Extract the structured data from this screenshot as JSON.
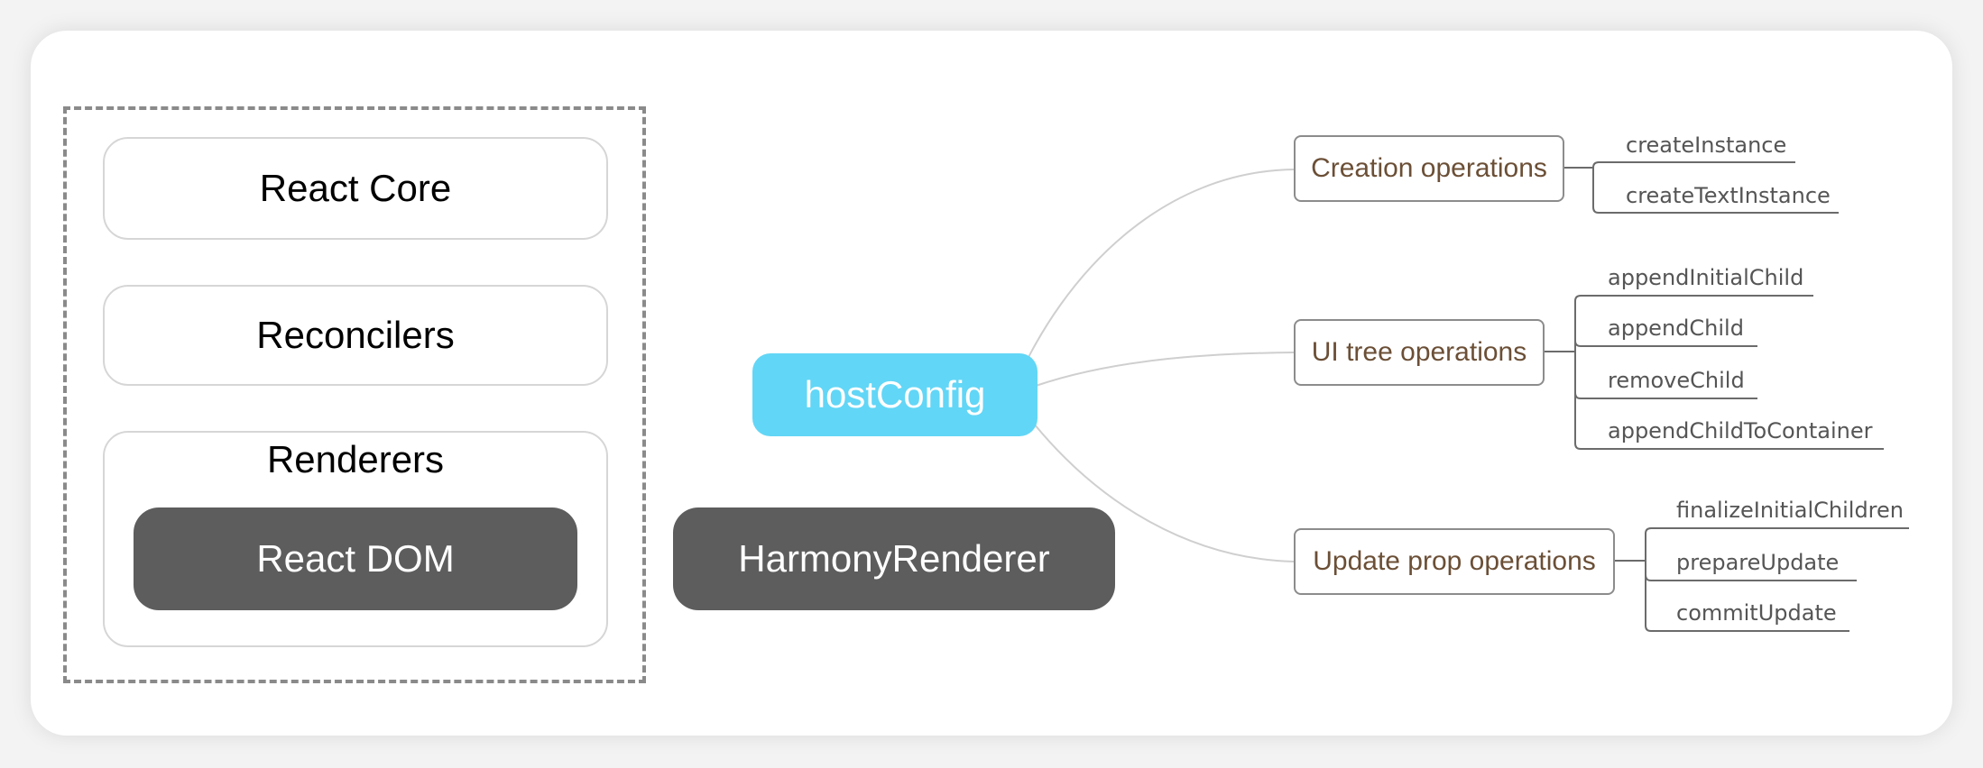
{
  "stack": {
    "react_core": "React Core",
    "reconcilers": "Reconcilers",
    "renderers": "Renderers",
    "react_dom": "React DOM"
  },
  "harmony_renderer": "HarmonyRenderer",
  "host_config": "hostConfig",
  "operations": {
    "creation": {
      "label": "Creation operations",
      "items": [
        "createInstance",
        "createTextInstance"
      ]
    },
    "ui_tree": {
      "label": "UI tree operations",
      "items": [
        "appendInitialChild",
        "appendChild",
        "removeChild",
        "appendChildToContainer"
      ]
    },
    "update_prop": {
      "label": "Update prop operations",
      "items": [
        "finalizeInitialChildren",
        "prepareUpdate",
        "commitUpdate"
      ]
    }
  },
  "colors": {
    "host_config_bg": "#62d6f6",
    "dark_box_bg": "#5d5d5d",
    "operation_text": "#6b4f36"
  }
}
